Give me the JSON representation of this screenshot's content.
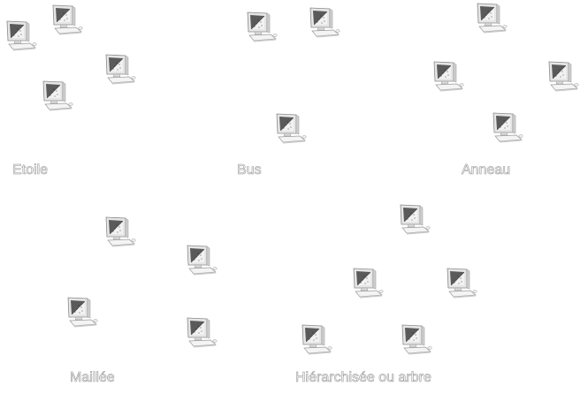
{
  "labels": {
    "star": "Etoile",
    "bus": "Bus",
    "ring": "Anneau",
    "mesh": "Maillée",
    "tree": "Hiérarchisée ou arbre"
  },
  "computer_icon": "desktop-computer-icon",
  "colors": {
    "background": "#ffffff",
    "label_fill": "#ffffff",
    "label_outline": "#9a9a9a",
    "screen_dark": "#5a5a5a",
    "screen_light": "#f2f2f2",
    "frame": "#cfcfcf"
  }
}
